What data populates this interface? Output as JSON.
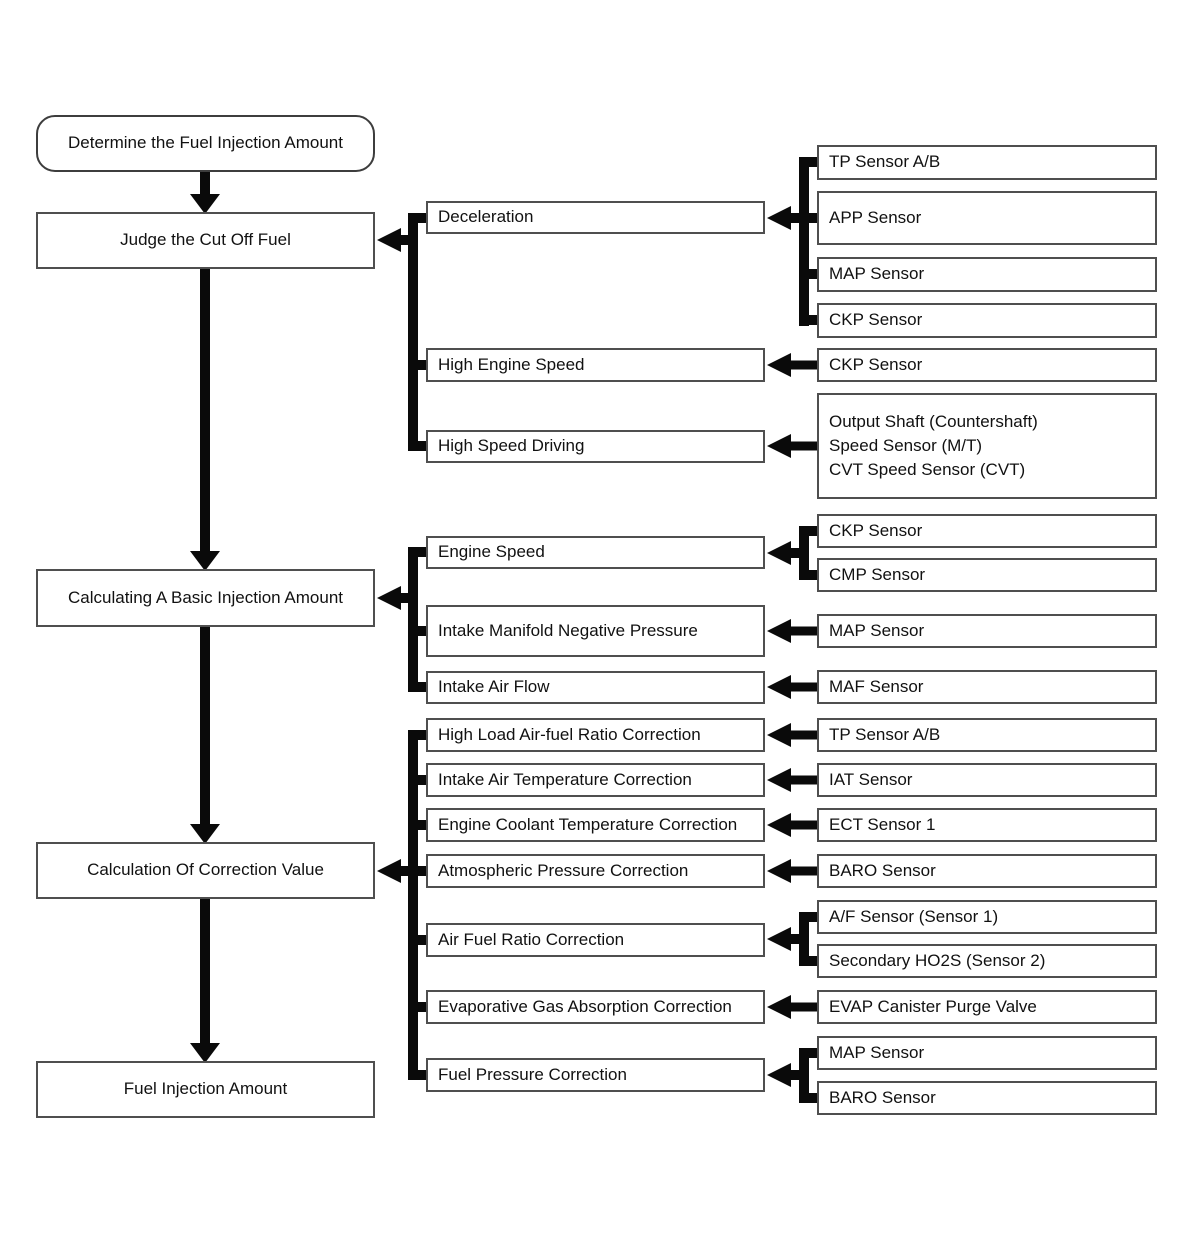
{
  "main_flow": [
    {
      "label": "Determine the Fuel Injection Amount"
    },
    {
      "label": "Judge the Cut Off Fuel"
    },
    {
      "label": "Calculating A Basic Injection Amount"
    },
    {
      "label": "Calculation Of Correction Value"
    },
    {
      "label": "Fuel Injection Amount"
    }
  ],
  "groups": [
    {
      "conditions": [
        {
          "label": "Deceleration",
          "sensors": [
            "TP Sensor A/B",
            "APP Sensor",
            "MAP Sensor",
            "CKP Sensor"
          ]
        },
        {
          "label": "High Engine Speed",
          "sensors": [
            "CKP Sensor"
          ]
        },
        {
          "label": "High Speed Driving",
          "sensors": [
            "Output Shaft (Countershaft)\nSpeed Sensor (M/T)\nCVT Speed Sensor (CVT)"
          ]
        }
      ]
    },
    {
      "conditions": [
        {
          "label": "Engine Speed",
          "sensors": [
            "CKP Sensor",
            "CMP Sensor"
          ]
        },
        {
          "label": "Intake Manifold Negative Pressure",
          "sensors": [
            "MAP Sensor"
          ]
        },
        {
          "label": "Intake Air Flow",
          "sensors": [
            "MAF Sensor"
          ]
        }
      ]
    },
    {
      "conditions": [
        {
          "label": "High Load Air-fuel Ratio Correction",
          "sensors": [
            "TP Sensor A/B"
          ]
        },
        {
          "label": "Intake Air Temperature Correction",
          "sensors": [
            "IAT Sensor"
          ]
        },
        {
          "label": "Engine Coolant Temperature Correction",
          "sensors": [
            "ECT Sensor 1"
          ]
        },
        {
          "label": "Atmospheric Pressure Correction",
          "sensors": [
            "BARO Sensor"
          ]
        },
        {
          "label": "Air Fuel Ratio Correction",
          "sensors": [
            "A/F Sensor (Sensor 1)",
            "Secondary HO2S (Sensor 2)"
          ]
        },
        {
          "label": "Evaporative Gas Absorption Correction",
          "sensors": [
            "EVAP Canister Purge Valve"
          ]
        },
        {
          "label": "Fuel Pressure Correction",
          "sensors": [
            "MAP Sensor",
            "BARO Sensor"
          ]
        }
      ]
    }
  ],
  "colors": {
    "line": "#0a0a0a",
    "box_border": "#4f4f4f",
    "background": "#ffffff",
    "text": "#111111"
  }
}
